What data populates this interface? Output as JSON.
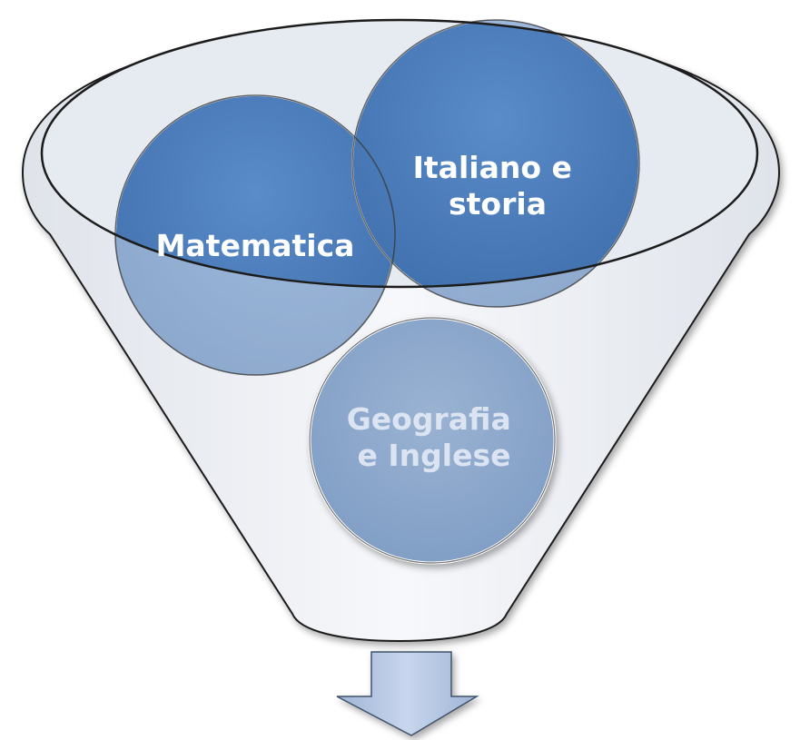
{
  "diagram": {
    "type": "funnel",
    "items": [
      {
        "label_lines": [
          "Matematica"
        ],
        "style": "dark"
      },
      {
        "label_lines": [
          "Italiano e",
          "storia"
        ],
        "style": "dark"
      },
      {
        "label_lines": [
          "Geografia",
          "e Inglese"
        ],
        "style": "light"
      }
    ],
    "colors": {
      "circle_dark": "#4a7dbb",
      "circle_light": "#8aa6cb",
      "text_dark_circle": "#ffffff",
      "text_light_circle": "#dbe4f0",
      "funnel_interior": "#e7ebf2",
      "funnel_body": "#f0f2f7",
      "outline": "#1c1c1c",
      "arrow_fill": "#b4c6e4",
      "arrow_stroke": "#41536b"
    },
    "output_arrow_icon": "down-arrow-icon"
  }
}
